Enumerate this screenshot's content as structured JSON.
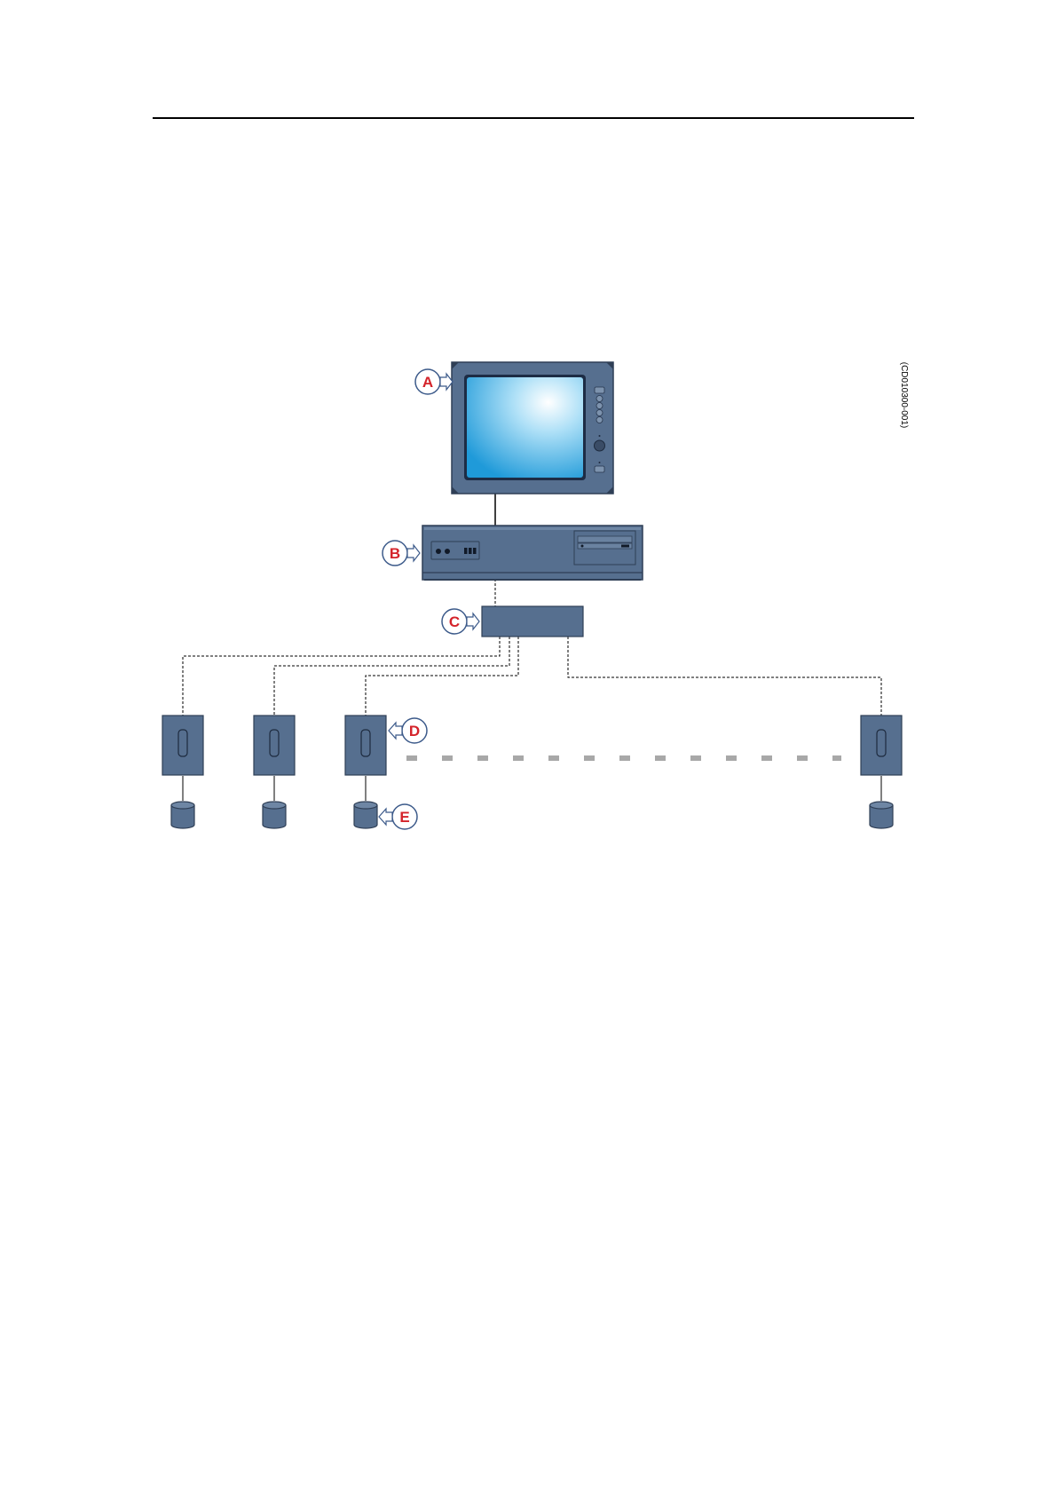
{
  "figure_id": "(CD010300-001)",
  "callouts": {
    "a": "A",
    "b": "B",
    "c": "C",
    "d": "D",
    "e": "E"
  },
  "colors": {
    "device_fill": "#566f8f",
    "device_stroke": "#2f3f56",
    "callout_red": "#d4232a",
    "callout_ring": "#3c5a8a",
    "connector_dash": "#a8a8a8"
  },
  "icons": [
    "monitor-icon",
    "computer-unit-icon",
    "network-switch-icon",
    "transceiver-unit-icon",
    "transducer-icon"
  ]
}
